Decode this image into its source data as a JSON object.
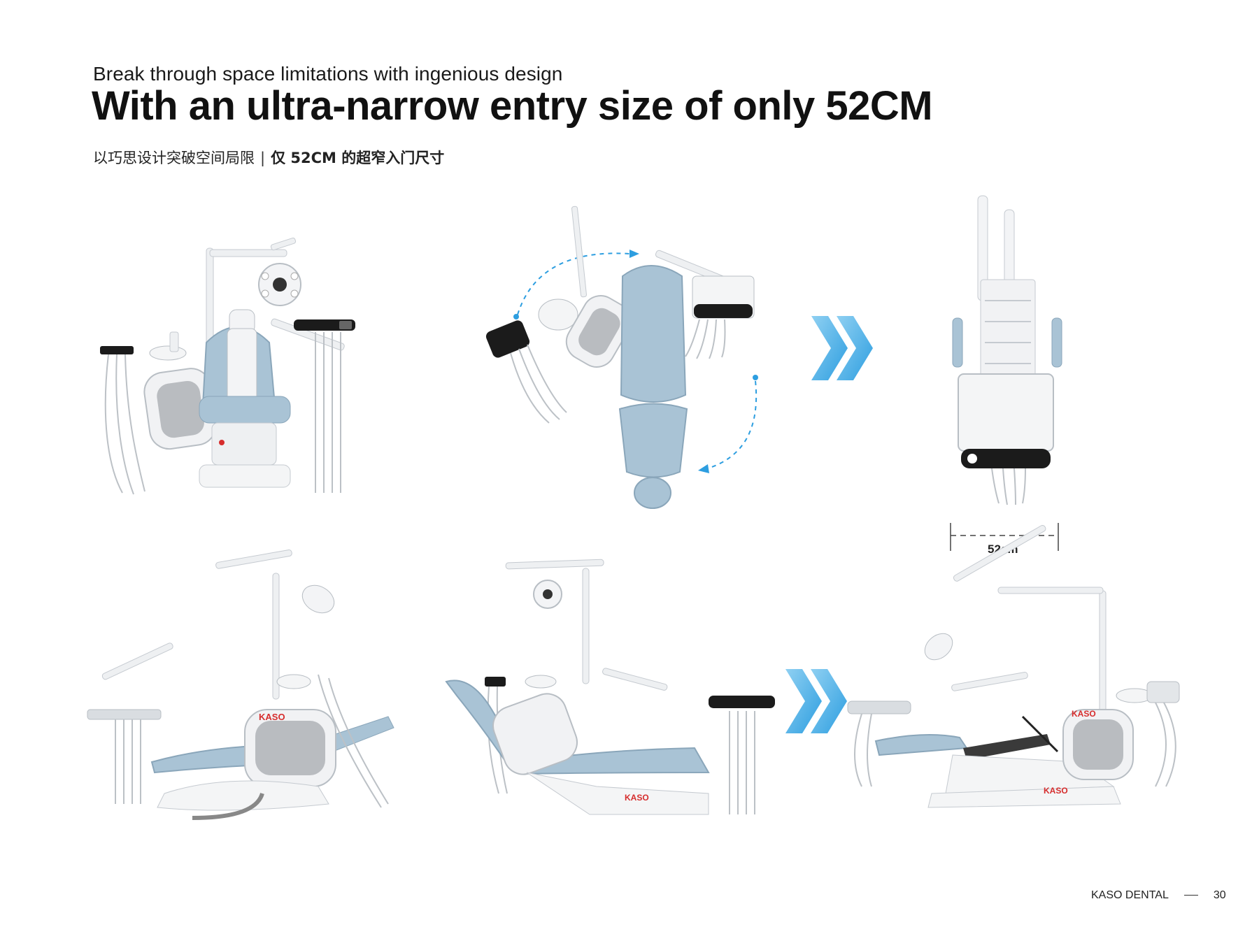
{
  "header": {
    "kicker": "Break through space limitations with ingenious design",
    "headline": "With an ultra-narrow entry size of only 52CM",
    "subtitle_cn_a": "以巧思设计突破空间局限",
    "subtitle_sep": "|",
    "subtitle_cn_b": "仅 52CM 的超窄入门尺寸"
  },
  "dimension": {
    "label": "52cm"
  },
  "brand": {
    "mark": "KASO"
  },
  "footer": {
    "brand": "KASO DENTAL",
    "page_number": "30"
  },
  "colors": {
    "upholstery": "#a9c3d5",
    "chevron_light": "#8fd0f2",
    "chevron_dark": "#2d9ee0",
    "frame": "#e9ecef",
    "outline": "#b8bec4",
    "brand_red": "#d62d2d"
  }
}
